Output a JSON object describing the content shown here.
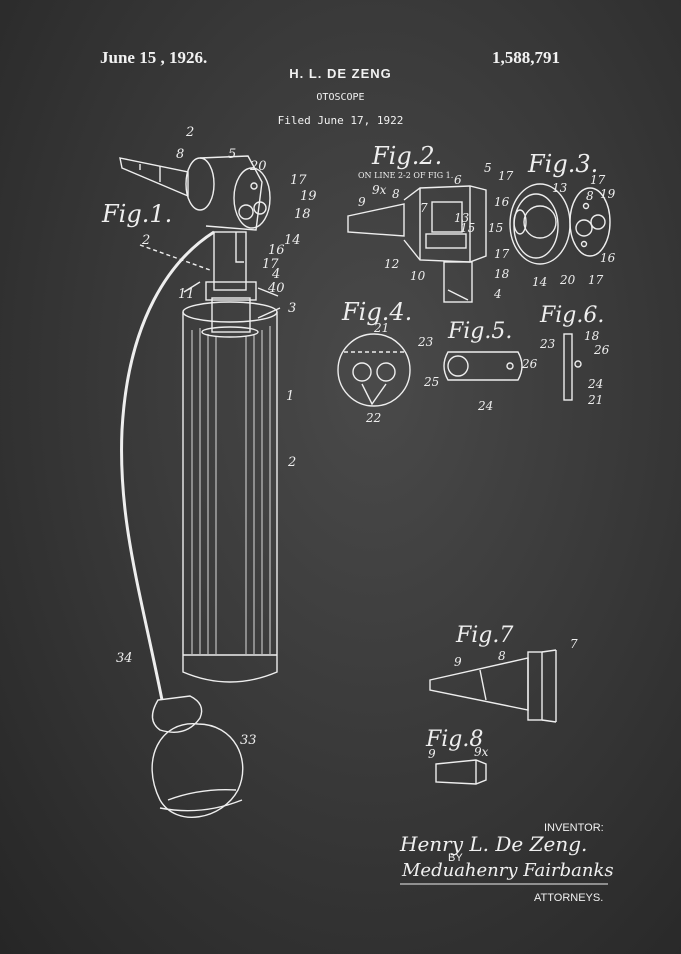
{
  "header": {
    "date": "June 15 , 1926.",
    "inventor": "H. L. DE ZENG",
    "patent_number": "1,588,791",
    "title": "OTOSCOPE",
    "filed": "Filed June 17, 1922"
  },
  "figures": {
    "fig1": "Fig.1.",
    "fig2": "Fig.2.",
    "fig2_note": "ON LINE 2-2 OF FIG 1.",
    "fig3": "Fig.3.",
    "fig4": "Fig.4.",
    "fig5": "Fig.5.",
    "fig6": "Fig.6.",
    "fig7": "Fig.7",
    "fig8": "Fig.8"
  },
  "signature": {
    "inventor_label": "INVENTOR:",
    "inventor_signature": "Henry L. De Zeng.",
    "by": "BY",
    "attorneys_signature": "Meduahenry Fairbanks",
    "attorneys_label": "ATTORNEYS."
  }
}
